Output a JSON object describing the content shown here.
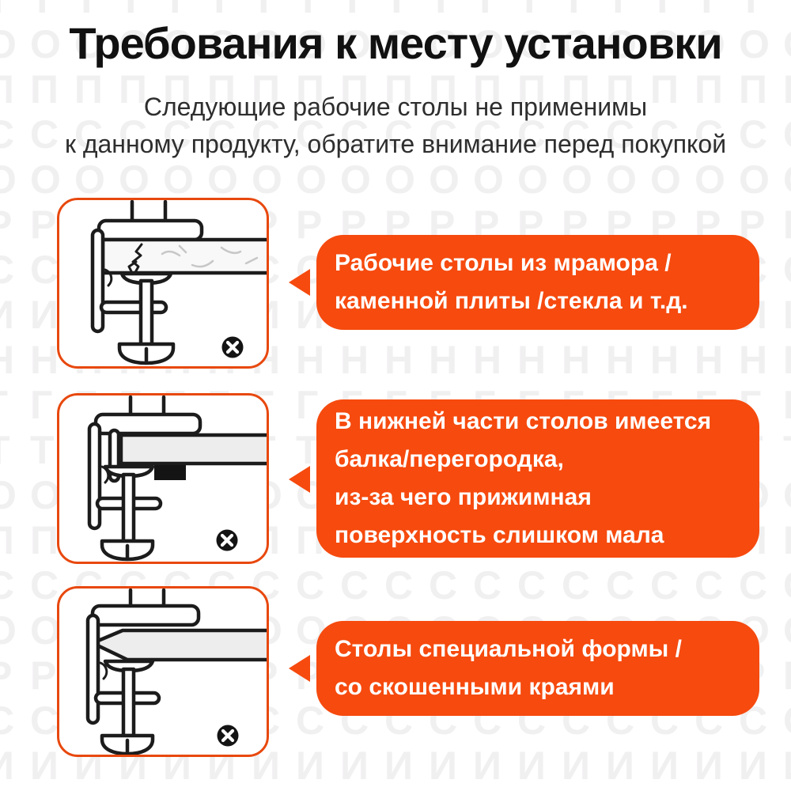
{
  "header": {
    "title": "Требования к месту установки",
    "subtitle": "Следующие рабочие столы не применимы\nк данному продукту, обратите внимание перед покупкой"
  },
  "watermark": {
    "text": "ТОПСОРСИНГ"
  },
  "colors": {
    "accent_orange": "#F64A0E",
    "frame_border_orange": "#E8480E",
    "title_black": "#111111",
    "subtitle_gray": "#2E2E2E",
    "callout_text_white": "#FFFFFF",
    "watermark_gray": "#F1F0F1",
    "drawing_line": "#1C1C1C",
    "desk_fill_gray": "#EDEDED",
    "badge_black": "#141414"
  },
  "items": [
    {
      "figure": "marble-desk-clamp",
      "badge_icon": "crossed-circle-icon",
      "label": "Рабочие столы из мрамора /\nкаменной плиты /стекла и т.д."
    },
    {
      "figure": "beam-under-desk-clamp",
      "badge_icon": "crossed-circle-icon",
      "label": "В нижней части столов имеется\nбалка/перегородка,\nиз-за чего прижимная\nповерхность слишком мала"
    },
    {
      "figure": "beveled-edge-desk-clamp",
      "badge_icon": "crossed-circle-icon",
      "label": "Столы специальной формы /\nсо скошенными краями"
    }
  ]
}
